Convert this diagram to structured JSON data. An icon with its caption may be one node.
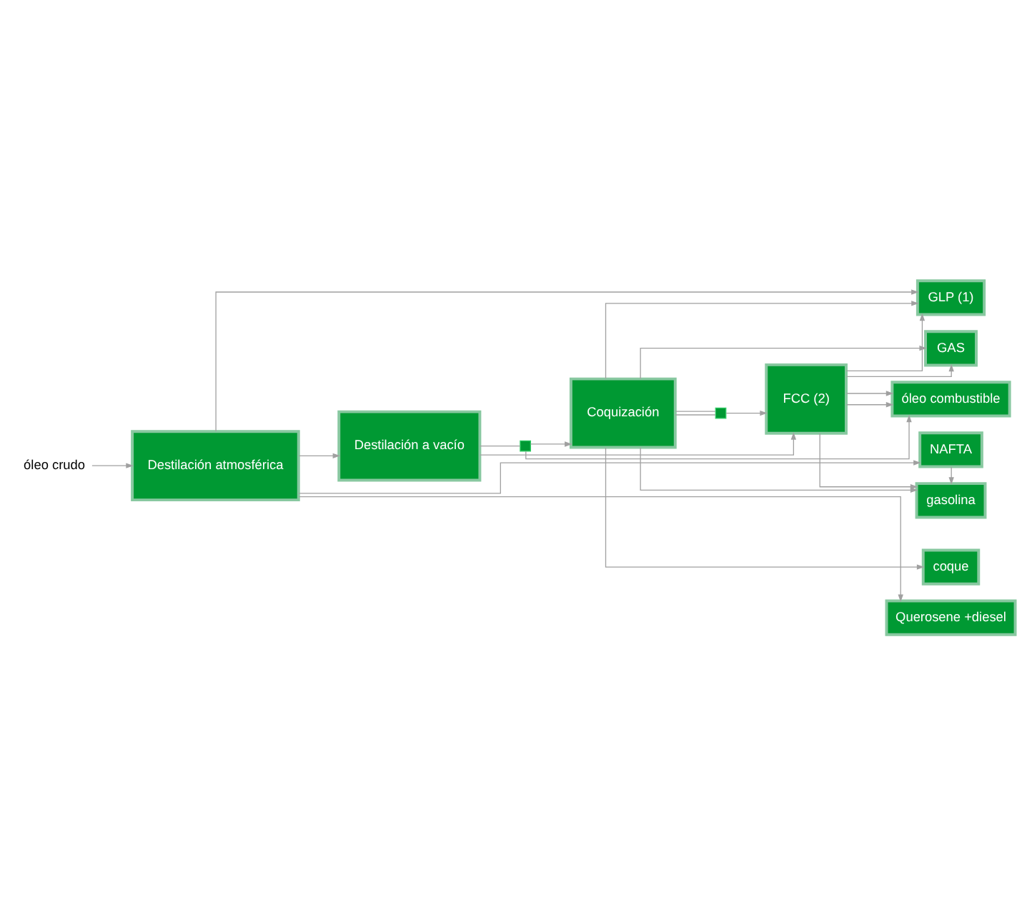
{
  "diagram": {
    "nodes": [
      {
        "text": [
          "óleo crudo"
        ]
      },
      {
        "text": [
          "Destilación atmosférica"
        ]
      },
      {
        "text": [
          "Destilación a vacío"
        ]
      },
      {
        "text": [
          "FCC (2)"
        ]
      },
      {
        "text": [
          "Coquización"
        ]
      },
      {
        "text": [
          "GAS"
        ]
      },
      {
        "text": [
          "GLP (1)"
        ]
      },
      {
        "text": [
          "NAFTA"
        ]
      },
      {
        "text": [
          "Querosene +diesel"
        ]
      },
      {
        "text": [
          "gasolina"
        ]
      },
      {
        "text": [
          "óleo combustible"
        ]
      },
      {
        "text": [
          "coque"
        ]
      },
      {
        "text": [],
        "shape": "box"
      },
      {
        "text": [],
        "shape": "box"
      }
    ],
    "edges": [
      {
        "from": 0,
        "to": 1,
        "arrow": "to"
      },
      {
        "from": 4,
        "to": 5,
        "arrow": "to"
      },
      {
        "from": 3,
        "to": 5,
        "arrow": "to"
      },
      {
        "from": 1,
        "to": 6,
        "arrow": "to"
      },
      {
        "from": 4,
        "to": 6,
        "arrow": "to"
      },
      {
        "from": 3,
        "to": 6,
        "arrow": "to"
      },
      {
        "from": 1,
        "to": 7,
        "arrow": "to"
      },
      {
        "from": 1,
        "to": 8,
        "arrow": "to"
      },
      {
        "from": 7,
        "to": 9,
        "arrow": "to"
      },
      {
        "from": 1,
        "to": 2,
        "arrow": "to"
      },
      {
        "from": 2,
        "to": 3,
        "arrow": "to"
      },
      {
        "from": 3,
        "to": 9,
        "arrow": "to"
      },
      {
        "from": 4,
        "to": 9,
        "arrow": "to"
      },
      {
        "from": 3,
        "to": 10,
        "arrow": "to"
      },
      {
        "from": 3,
        "to": 10,
        "arrow": "to"
      },
      {
        "from": 2,
        "to": 12,
        "arrow": "none"
      },
      {
        "from": 12,
        "to": 10,
        "arrow": "to"
      },
      {
        "from": 12,
        "to": 4,
        "arrow": "to"
      },
      {
        "from": 4,
        "to": 13,
        "arrow": "none"
      },
      {
        "from": 4,
        "to": 13,
        "arrow": "none"
      },
      {
        "from": 13,
        "to": 3,
        "arrow": "to"
      },
      {
        "from": 4,
        "to": 11,
        "arrow": "to"
      }
    ]
  }
}
